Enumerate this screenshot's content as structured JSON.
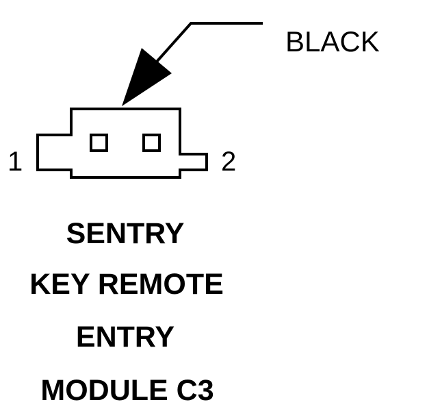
{
  "connector": {
    "color_label": "BLACK",
    "pins": [
      {
        "number": "1"
      },
      {
        "number": "2"
      }
    ]
  },
  "caption": {
    "lines": [
      "SENTRY",
      "KEY REMOTE",
      "ENTRY",
      "MODULE C3"
    ]
  },
  "colors": {
    "line": "#000000",
    "background": "#ffffff"
  }
}
